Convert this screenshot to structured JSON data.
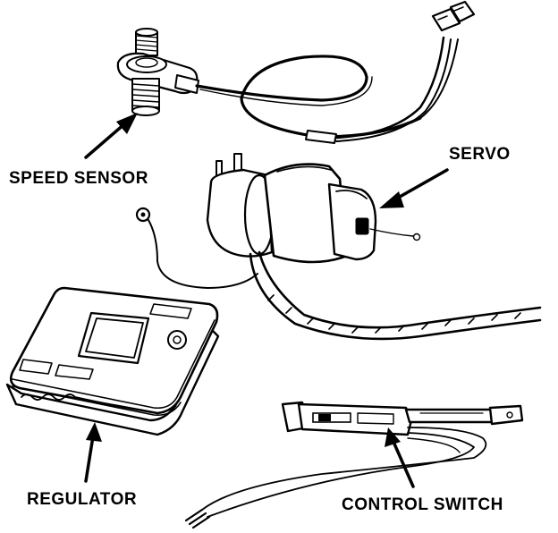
{
  "labels": {
    "speed_sensor": "SPEED SENSOR",
    "servo": "SERVO",
    "regulator": "REGULATOR",
    "control_switch": "CONTROL SWITCH"
  },
  "colors": {
    "ink": "#000000",
    "paper": "#ffffff"
  }
}
